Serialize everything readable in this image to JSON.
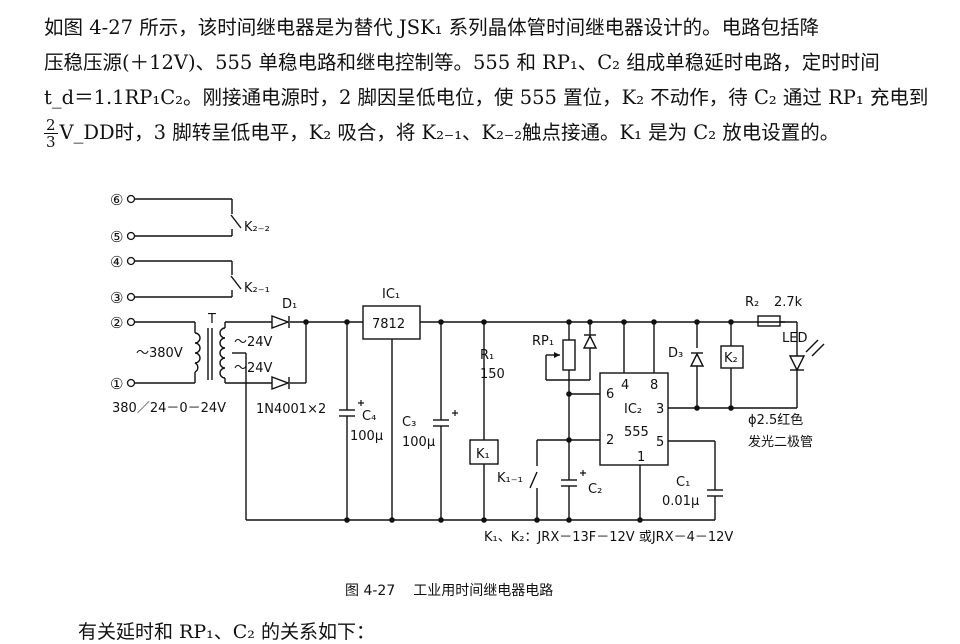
{
  "text": {
    "line1": "如图 4-27 所示，该时间继电器是为替代 JSK₁ 系列晶体管时间继电器设计的。电路包括降",
    "line2": "压稳压源(＋12V)、555 单稳电路和继电控制等。555 和 RP₁、C₂ 组成单稳延时电路，定时时间",
    "line3": "t_d＝1.1RP₁C₂。刚接通电源时，2 脚因呈低电位，使 555 置位，K₂ 不动作，待 C₂ 通过 RP₁ 充电到",
    "frac_num": "2",
    "frac_den": "3",
    "line4": "V_DD时，3 脚转呈低电平，K₂ 吸合，将 K₂₋₁、K₂₋₂触点接通。K₁ 是为 C₂ 放电设置的。"
  },
  "circuit": {
    "terminals": [
      "⑥",
      "⑤",
      "④",
      "③",
      "②",
      "①"
    ],
    "k22": "K₂₋₂",
    "k21": "K₂₋₁",
    "d1": "D₁",
    "t": "T",
    "v380": "～380V",
    "v24a": "～24V",
    "v24b": "～24V",
    "transformer": "380／24－0－24V",
    "diodes": "1N4001×2",
    "c4": "C₄",
    "c4v": "100μ",
    "ic1": "IC₁",
    "reg": "7812",
    "c3": "C₃",
    "c3v": "100μ",
    "r1": "R₁",
    "r1v": "150",
    "k1": "K₁",
    "k11": "K₁₋₁",
    "rp1": "RP₁",
    "c2": "C₂",
    "ic2": "IC₂",
    "chip": "555",
    "p4": "4",
    "p8": "8",
    "p6": "6",
    "p3": "3",
    "p2": "2",
    "p5": "5",
    "p1": "1",
    "d3": "D₃",
    "k2": "K₂",
    "r2": "R₂",
    "r2v": "2.7k",
    "led": "LED",
    "c1": "C₁",
    "c1v": "0.01μ",
    "ledspec1": "ϕ2.5红色",
    "ledspec2": "发光二极管",
    "relay": "K₁、K₂：JRX－13F－12V 或JRX－4－12V"
  },
  "caption": {
    "num": "图 4-27",
    "title": "工业用时间继电器电路"
  },
  "footer": "有关延时和 RP₁、C₂ 的关系如下："
}
